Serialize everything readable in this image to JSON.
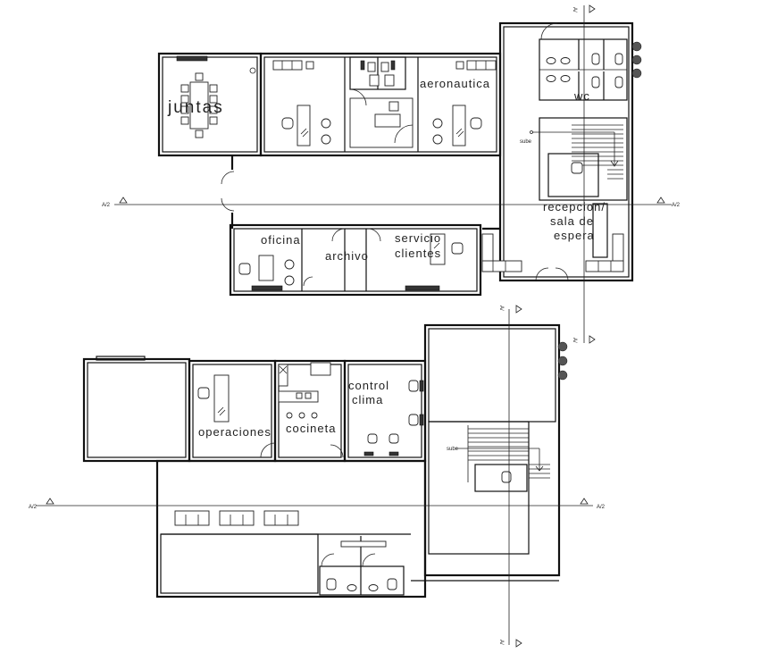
{
  "rooms": {
    "juntas": "juntas",
    "aeronautica": "aeronautica",
    "wc": "wc",
    "recepcion_1": "recepcion/",
    "recepcion_2": "sala de",
    "recepcion_3": "espera",
    "oficina": "oficina",
    "archivo": "archivo",
    "servicio_1": "servicio",
    "servicio_2": "clientes",
    "operaciones": "operaciones",
    "cocineta": "cocineta",
    "control_1": "control",
    "control_2": "clima"
  },
  "annotations": {
    "sube_upper": "sube",
    "sube_lower": "sube"
  },
  "axis_marks": {
    "upper_horizontal_left": "A/2",
    "upper_horizontal_right": "A/2",
    "upper_vertical_top": "A/",
    "upper_vertical_bottom": "A/",
    "lower_horizontal_left": "A/2",
    "lower_horizontal_right": "A/2",
    "lower_vertical_top": "A/",
    "lower_vertical_bottom": "A/"
  }
}
